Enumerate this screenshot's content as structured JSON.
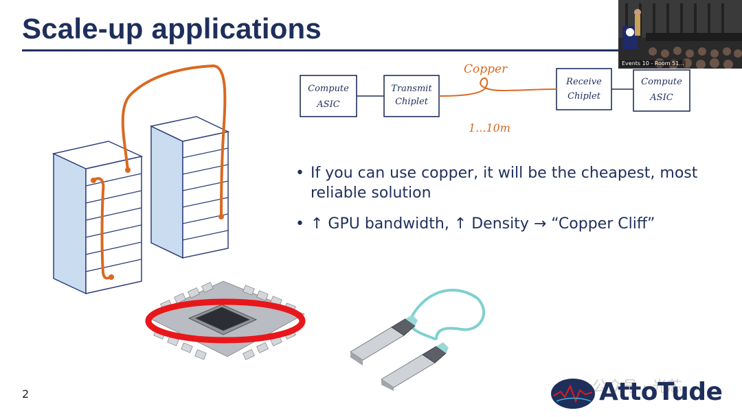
{
  "slide": {
    "title": "Scale-up applications",
    "number": "2"
  },
  "diagram": {
    "blocks": [
      {
        "line1": "Compute",
        "line2": "ASIC"
      },
      {
        "line1": "Transmit",
        "line2": "Chiplet"
      },
      {
        "line1": "Receive",
        "line2": "Chiplet"
      },
      {
        "line1": "Compute",
        "line2": "ASIC"
      }
    ],
    "link_label": "Copper",
    "distance_label": "1...10m"
  },
  "bullets": [
    {
      "marker": "•",
      "text": "If you can use copper, it will be the cheapest, most reliable solution"
    },
    {
      "marker": "•",
      "text": "↑ GPU bandwidth, ↑ Density → “Copper Cliff”"
    }
  ],
  "video": {
    "caption": "Events 10 - Room 51..."
  },
  "logo": {
    "text": "AttoTude"
  },
  "watermark": "公众号 · 光芯",
  "colors": {
    "title": "#1f2f5c",
    "cable": "#d9691f",
    "ring": "#e8171b",
    "fiber": "#7fd0d0"
  }
}
